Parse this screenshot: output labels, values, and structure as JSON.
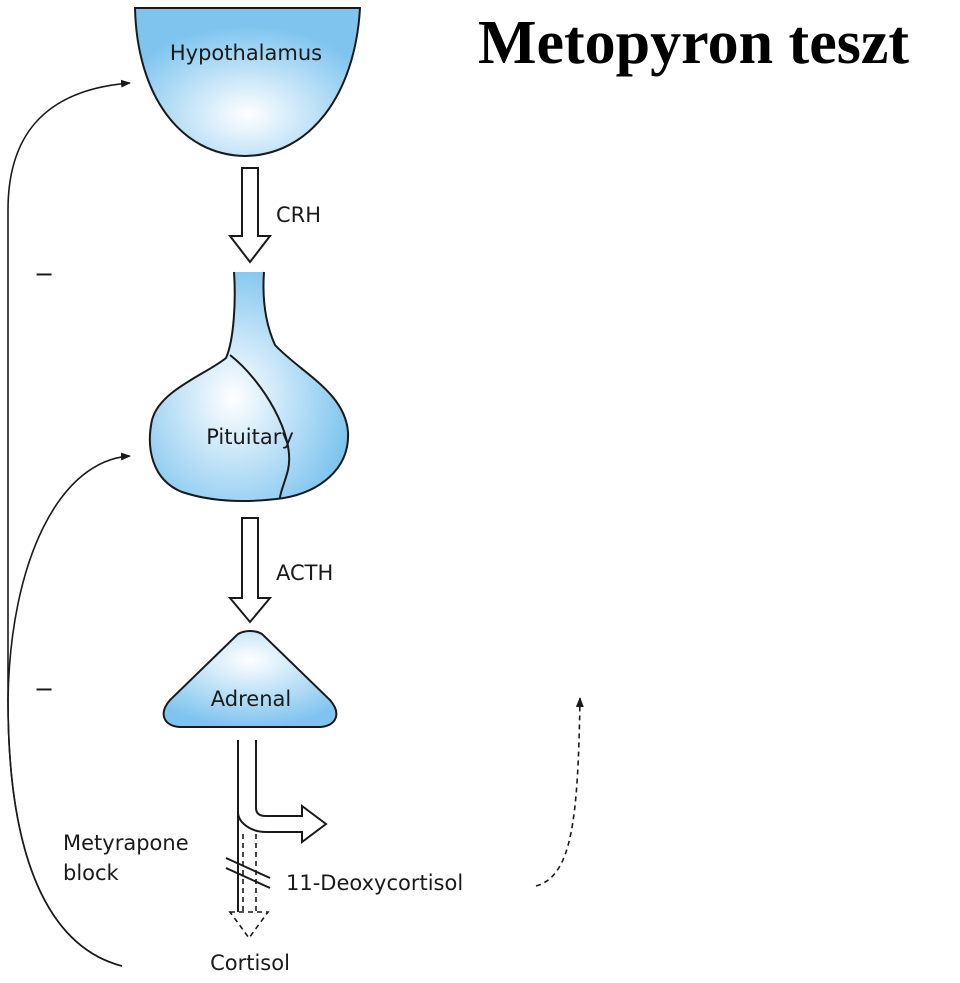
{
  "title": "Metopyron teszt",
  "organs": {
    "hypothalamus": "Hypothalamus",
    "pituitary": "Pituitary",
    "adrenal": "Adrenal"
  },
  "hormones": {
    "crh": "CRH",
    "acth": "ACTH",
    "deoxycortisol": "11-Deoxycortisol",
    "cortisol": "Cortisol"
  },
  "block": {
    "line1": "Metyrapone",
    "line2": "block"
  },
  "feedback_signs": {
    "outer": "−",
    "inner": "−"
  },
  "colors": {
    "organ_fill": "#7ec4ef",
    "organ_center": "#ffffff",
    "line": "#1a1a1a"
  }
}
